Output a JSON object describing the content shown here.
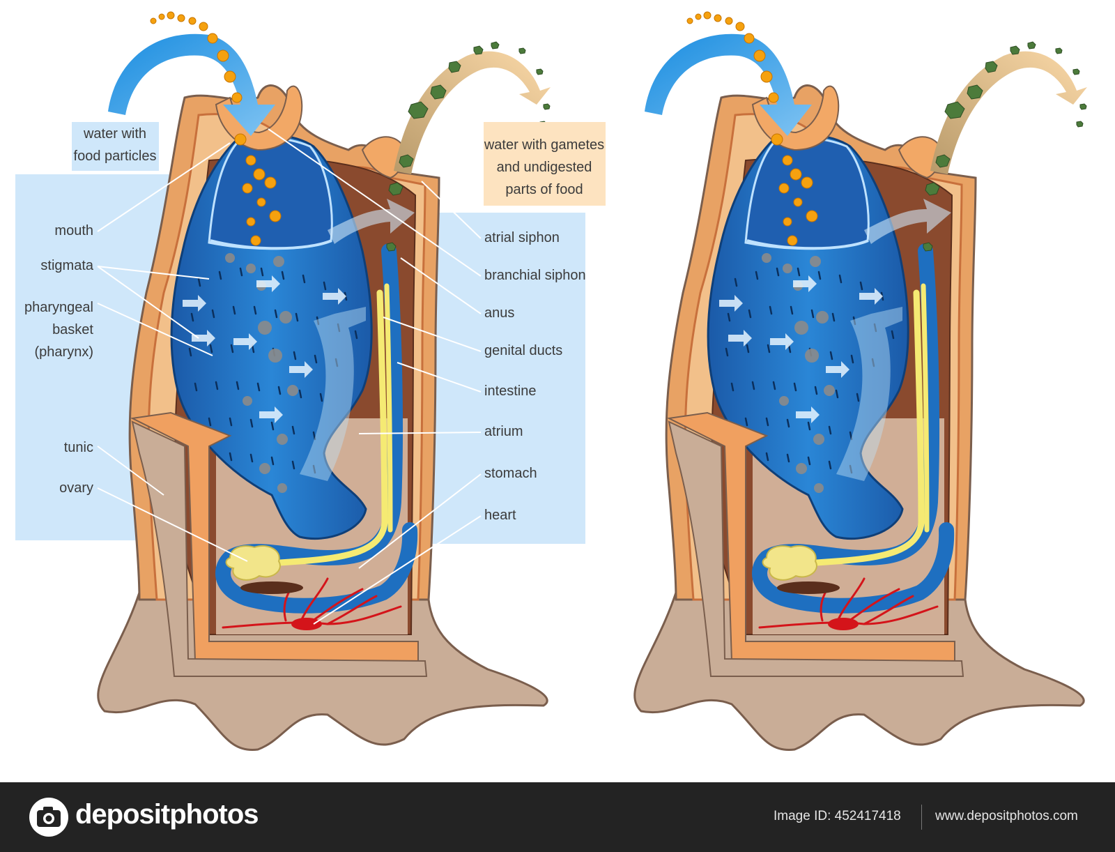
{
  "diagram": {
    "callouts": {
      "inflow": [
        "water with",
        "food particles"
      ],
      "outflow": [
        "water with gametes",
        "and undigested",
        "parts of food"
      ]
    },
    "labels_left": {
      "mouth": "mouth",
      "stigmata": "stigmata",
      "pharyngeal": [
        "pharyngeal",
        "basket",
        "(pharynx)"
      ],
      "tunic": "tunic",
      "ovary": "ovary"
    },
    "labels_right": {
      "atrial_siphon": "atrial siphon",
      "branchial_siphon": "branchial siphon",
      "anus": "anus",
      "genital_ducts": "genital ducts",
      "intestine": "intestine",
      "atrium": "atrium",
      "stomach": "stomach",
      "heart": "heart"
    },
    "colors": {
      "pharynx_blue": "#1e6fc0",
      "tunic_beige": "#c9ad97",
      "mantle_orange": "#f0a060",
      "label_box": "#cfe7fa",
      "outflow_box": "#fde3c0",
      "food_particle": "#f5a10f",
      "heart_red": "#d4141a"
    }
  },
  "footer": {
    "brand": "depositphotos",
    "image_id": "Image ID: 452417418",
    "site": "www.depositphotos.com"
  }
}
